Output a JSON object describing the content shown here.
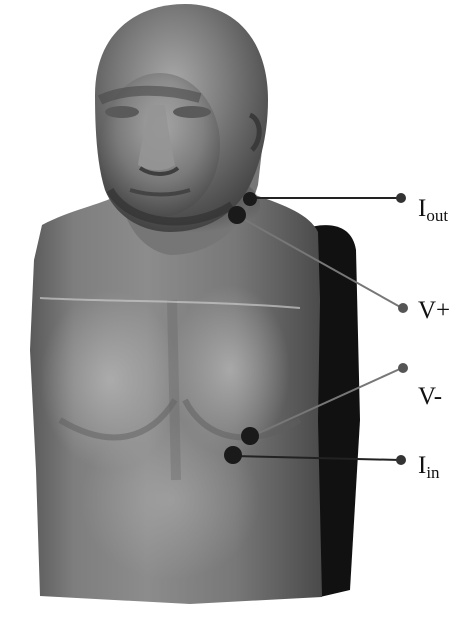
{
  "labels": {
    "i_out": {
      "main": "I",
      "sub": "out"
    },
    "v_plus": "V+",
    "v_minus": "V-",
    "i_in": {
      "main": "I",
      "sub": "in"
    }
  },
  "colors": {
    "skin_light": "#9a9a9a",
    "skin_mid": "#6f6f6f",
    "skin_dark": "#3a3a3a",
    "side_black": "#111111",
    "electrode": "#1a1a1a",
    "leader_black": "#222222",
    "leader_gray": "#777777"
  }
}
